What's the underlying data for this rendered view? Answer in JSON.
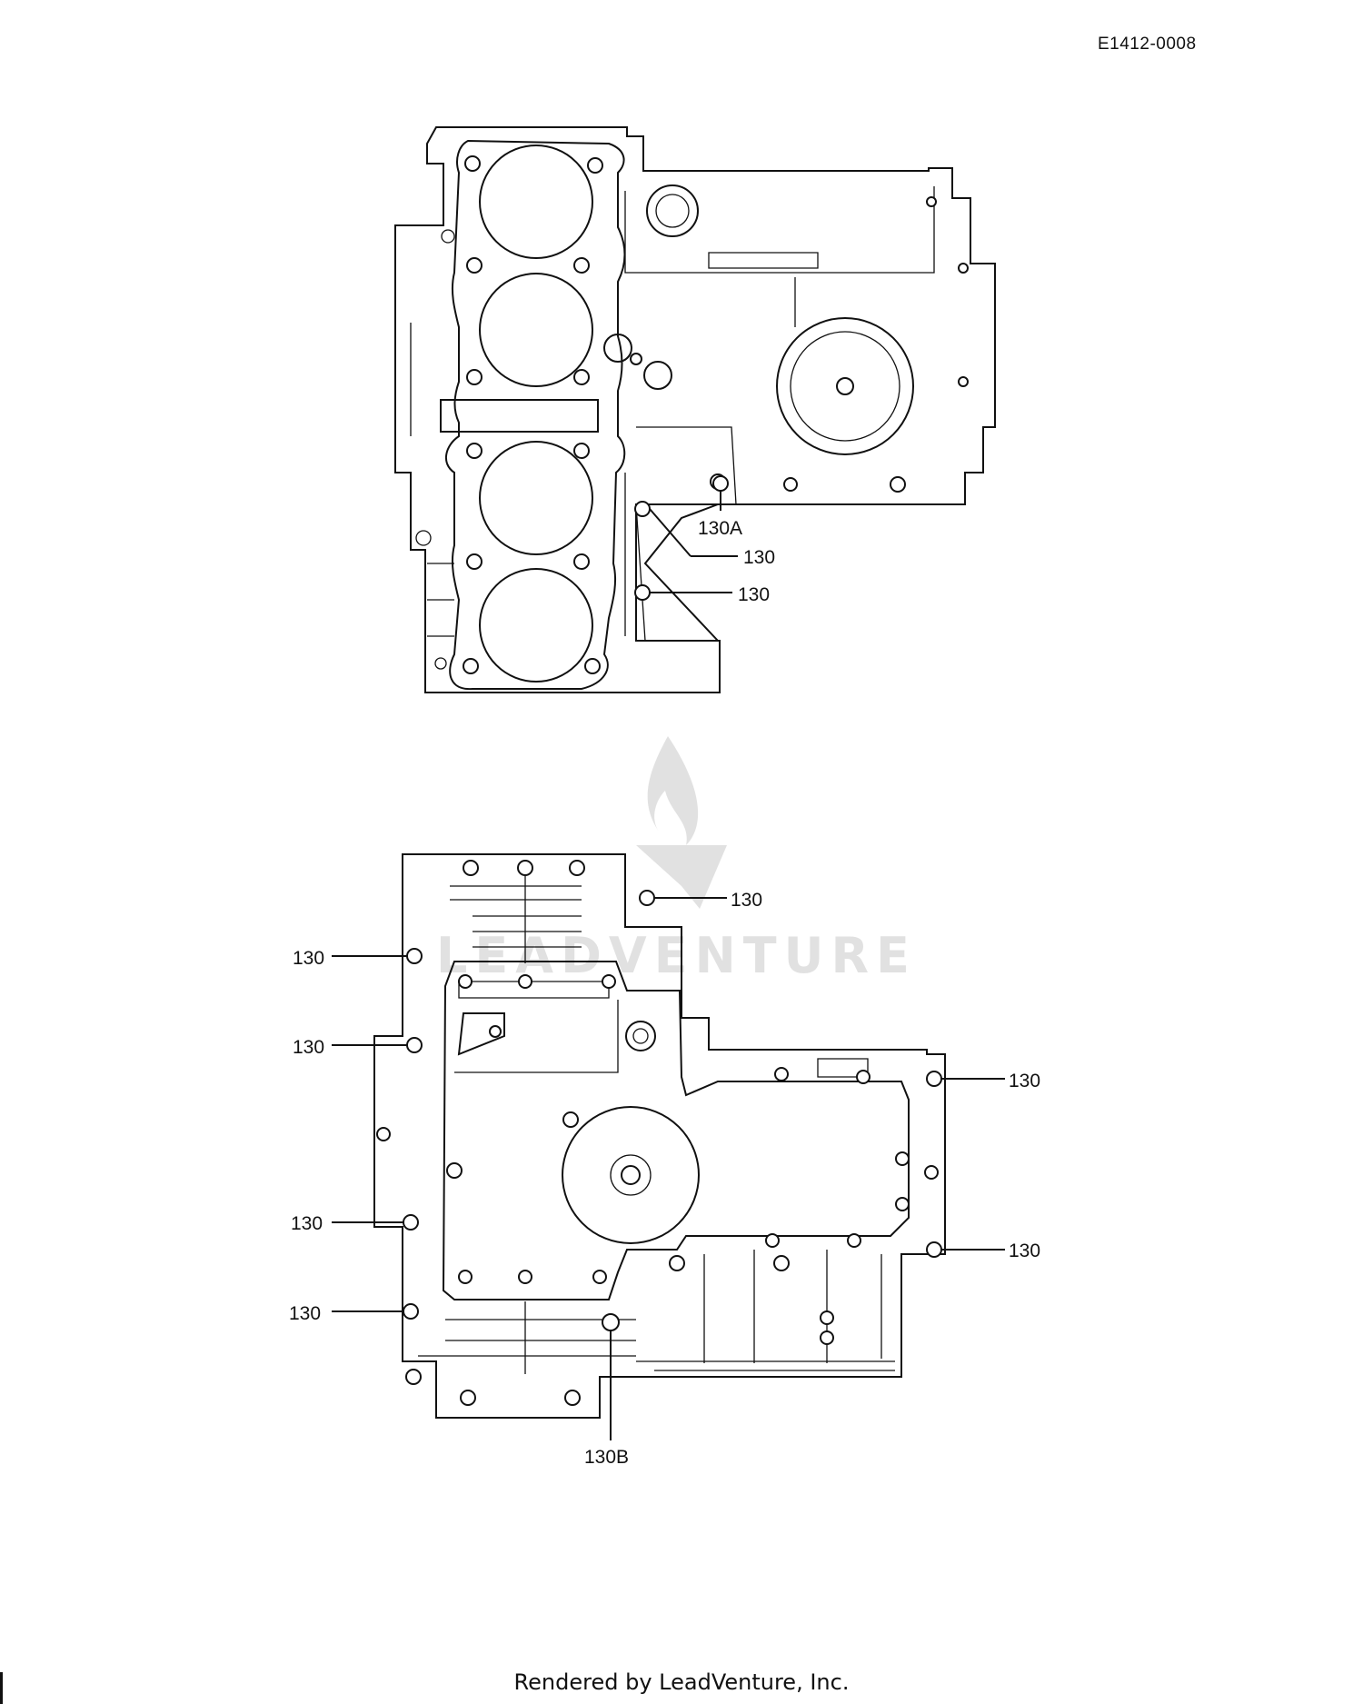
{
  "diagram_code": "E1412-0008",
  "footer": "Rendered by LeadVenture, Inc.",
  "watermark": "LEADVENTURE",
  "upper_callouts": [
    "130A",
    "130",
    "130"
  ],
  "lower_callouts": [
    "130",
    "130",
    "130",
    "130",
    "130",
    "130",
    "130",
    "130B"
  ]
}
